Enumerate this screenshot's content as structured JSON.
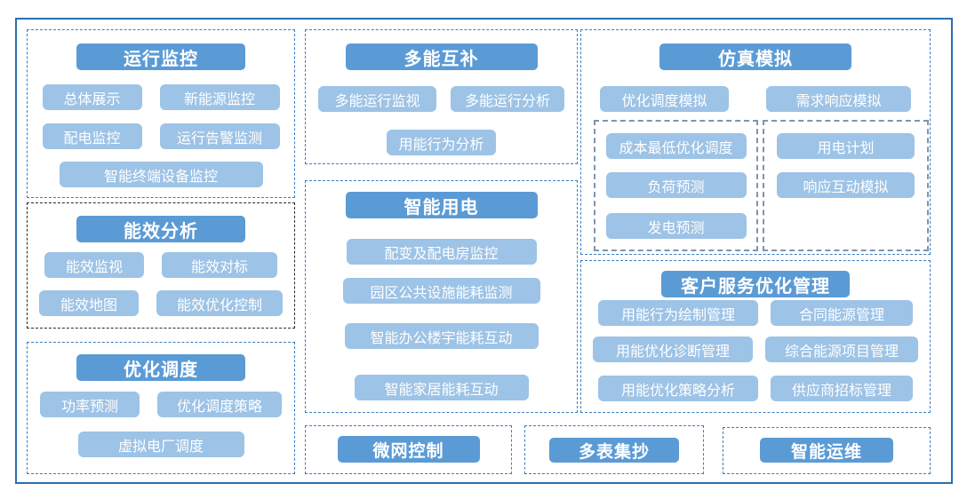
{
  "colors": {
    "header_fill": "#5b9bd5",
    "item_fill": "#9dc3e6",
    "outer_border": "#2c6fad",
    "dash_blue": "#3a7ebf",
    "dash_black": "#2b2b2b",
    "dash_inner": "#8094ae"
  },
  "sections": {
    "monitoring": {
      "title": "运行监控",
      "items": [
        "总体展示",
        "新能源监控",
        "配电监控",
        "运行告警监测",
        "智能终端设备监控"
      ]
    },
    "efficiency": {
      "title": "能效分析",
      "items": [
        "能效监视",
        "能效对标",
        "能效地图",
        "能效优化控制"
      ]
    },
    "dispatch": {
      "title": "优化调度",
      "items": [
        "功率预测",
        "优化调度策略",
        "虚拟电厂调度"
      ]
    },
    "multi_energy": {
      "title": "多能互补",
      "items": [
        "多能运行监视",
        "多能运行分析",
        "用能行为分析"
      ]
    },
    "smart_power": {
      "title": "智能用电",
      "items": [
        "配变及配电房监控",
        "园区公共设施能耗监测",
        "智能办公楼宇能耗互动",
        "智能家居能耗互动"
      ]
    },
    "simulation": {
      "title": "仿真模拟",
      "items": [
        "优化调度模拟",
        "需求响应模拟"
      ],
      "sub_left": [
        "成本最低优化调度",
        "负荷预测",
        "发电预测"
      ],
      "sub_right": [
        "用电计划",
        "响应互动模拟"
      ]
    },
    "customer": {
      "title": "客户服务优化管理",
      "items": [
        "用能行为绘制管理",
        "合同能源管理",
        "用能优化诊断管理",
        "综合能源项目管理",
        "用能优化策略分析",
        "供应商招标管理"
      ]
    },
    "microgrid": {
      "title": "微网控制"
    },
    "meter": {
      "title": "多表集抄"
    },
    "ops": {
      "title": "智能运维"
    }
  }
}
